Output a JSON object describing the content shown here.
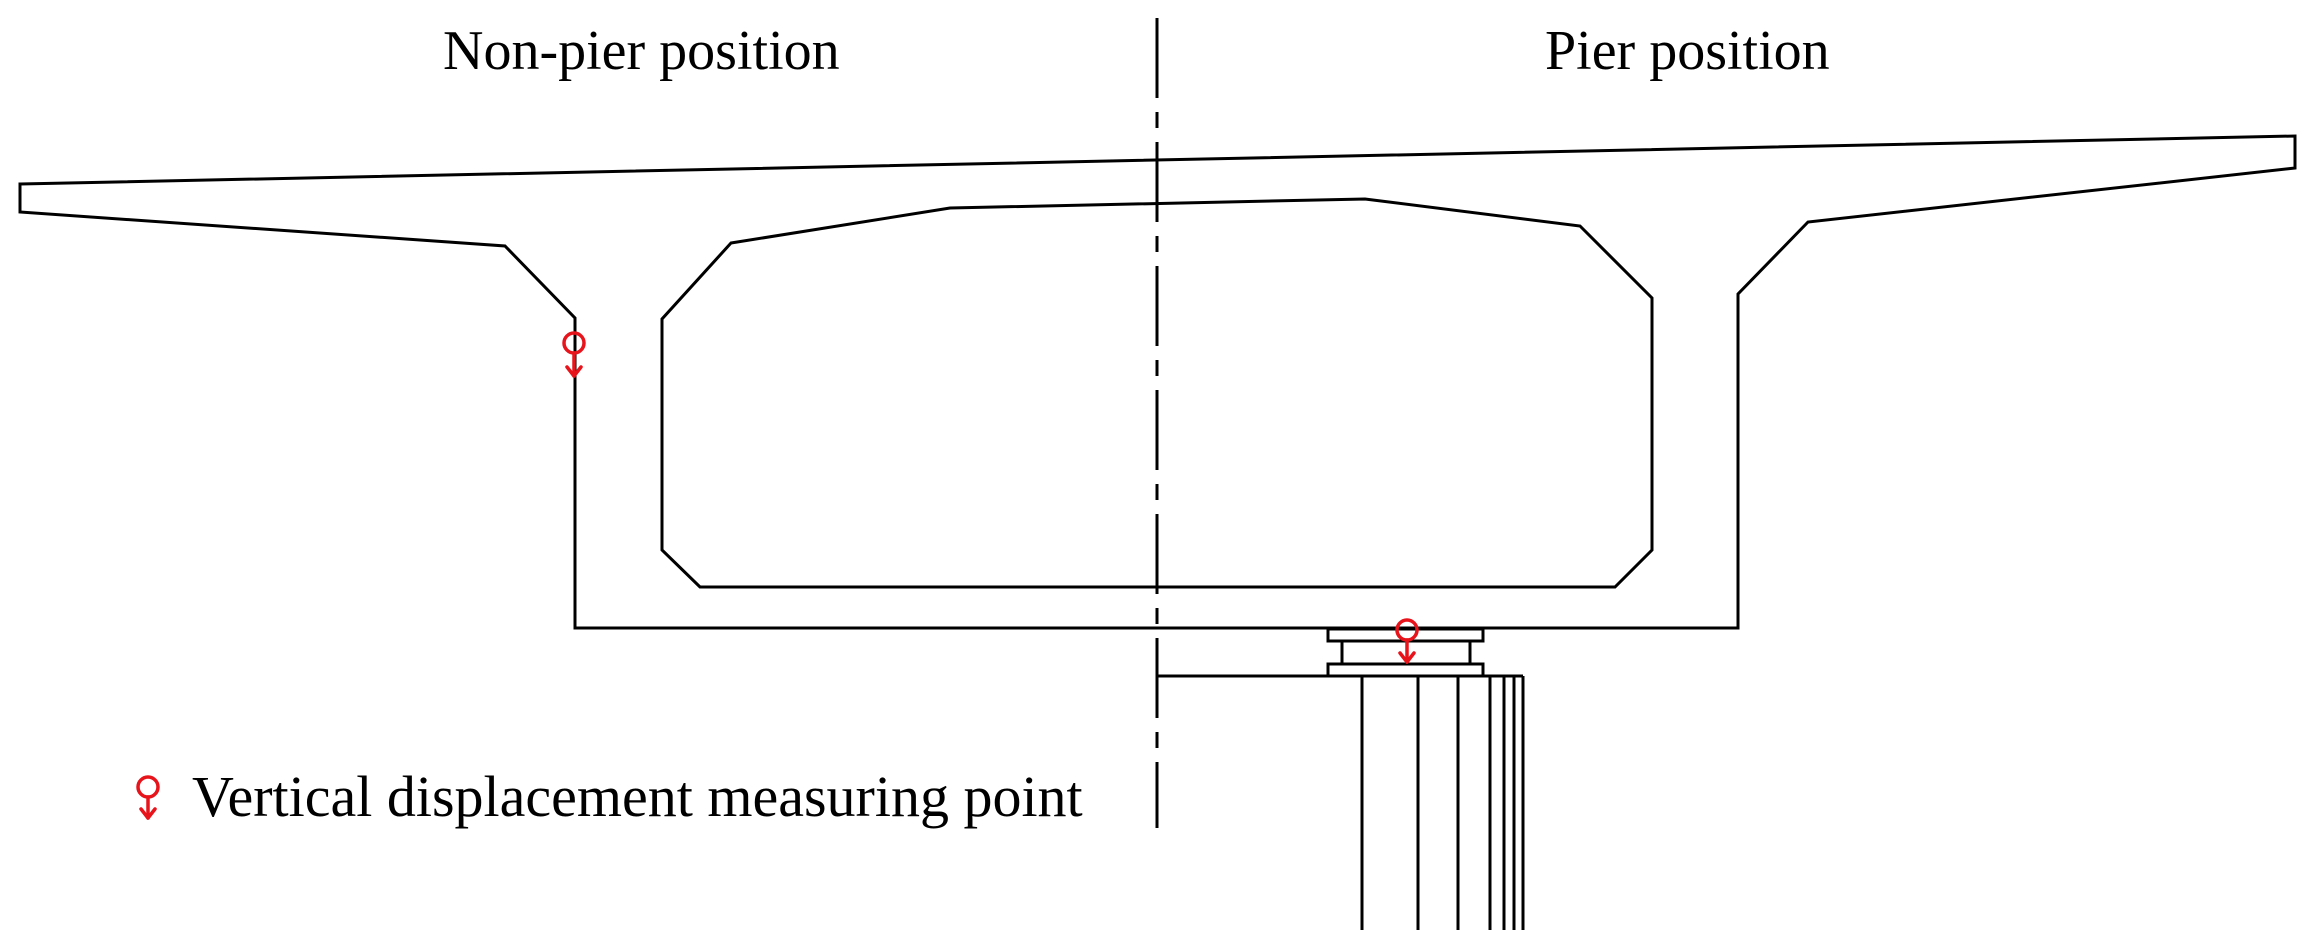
{
  "labels": {
    "left_section": "Non-pier position",
    "right_section": "Pier position"
  },
  "legend": {
    "symbol_icon": "vertical-displacement-marker-icon",
    "text": "Vertical displacement measuring point"
  },
  "colors": {
    "structure_line": "#000000",
    "measuring_point": "#e8141c",
    "background": "#ffffff"
  }
}
